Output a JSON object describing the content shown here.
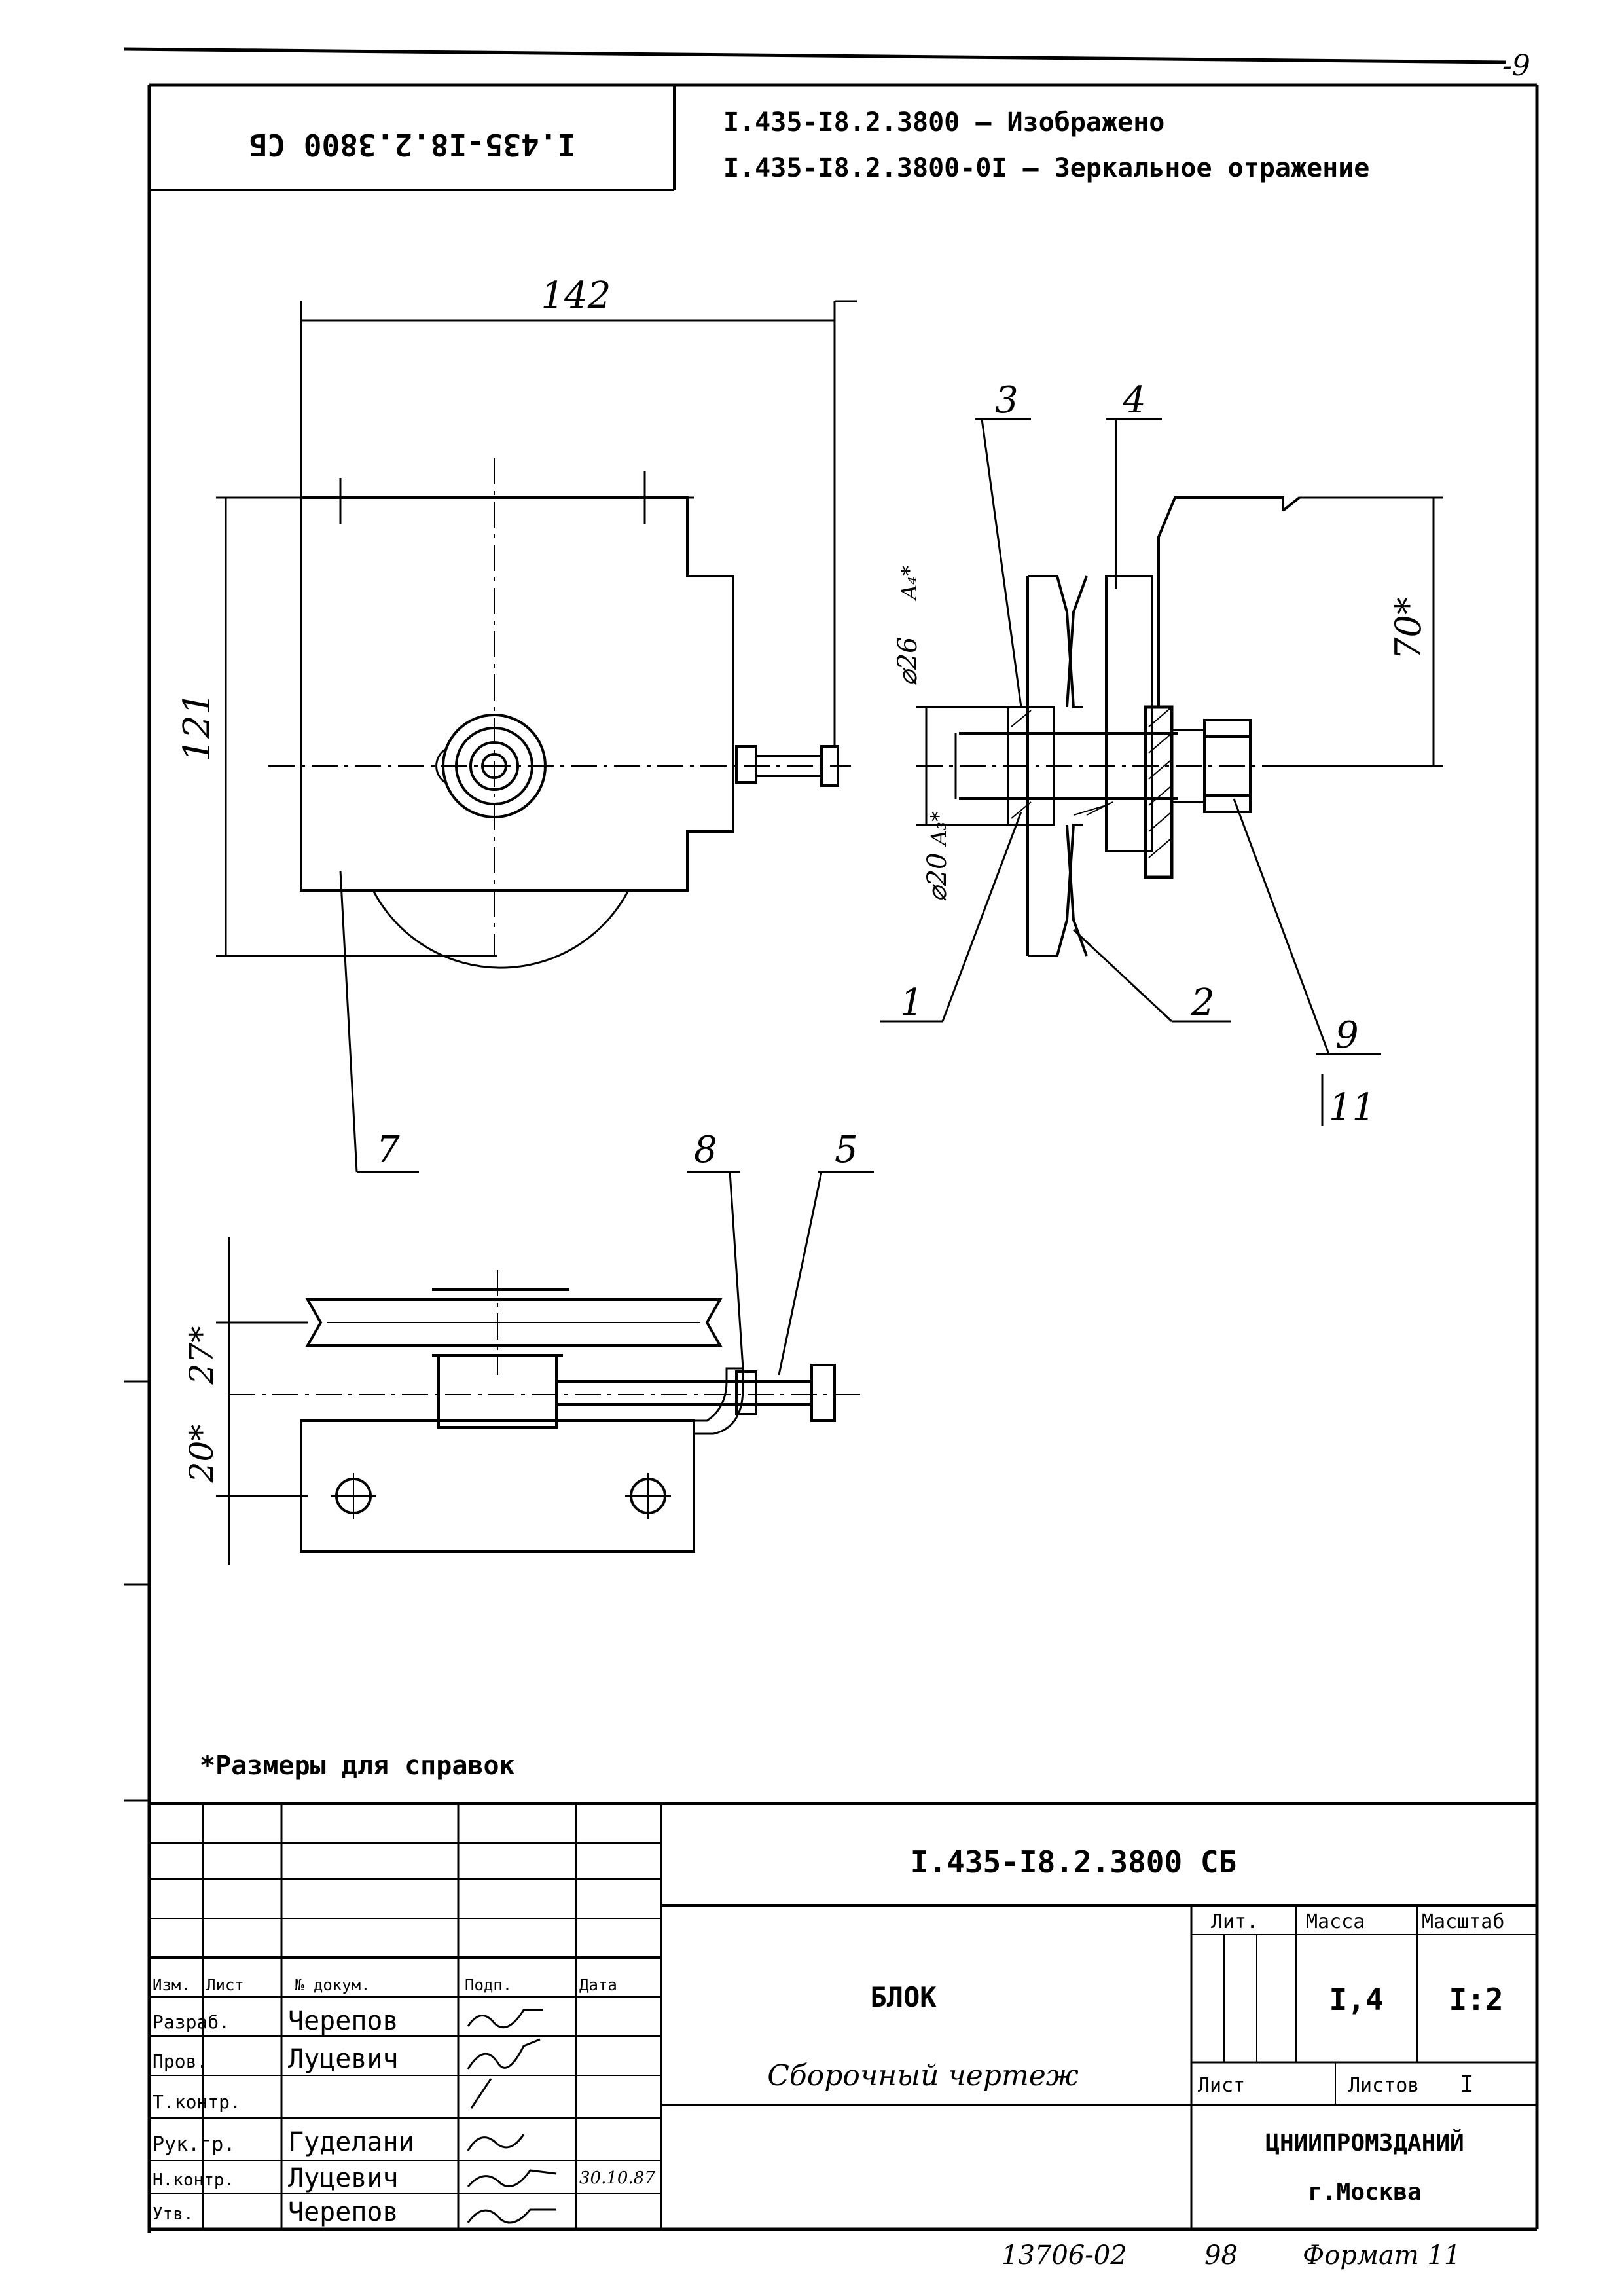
{
  "page_corner_mark": "-9",
  "top_left_stamp": "I.435-I8.2.3800 СБ",
  "variants": [
    "I.435-I8.2.3800 – Изображено",
    "I.435-I8.2.3800-0I – Зеркальное отражение"
  ],
  "dimensions": {
    "d142": "142",
    "d121": "121",
    "d70": "70*",
    "d26": "⌀26",
    "d26_fit": "A₄*",
    "d20": "⌀20",
    "d20_fit": "A₃*",
    "d27": "27*",
    "d20b": "20*"
  },
  "callouts": [
    "3",
    "4",
    "1",
    "2",
    "9",
    "11",
    "7",
    "8",
    "5"
  ],
  "note": "*Размеры для справок",
  "title_block": {
    "designation": "I.435-I8.2.3800 СБ",
    "name": "БЛОК",
    "doc_type": "Сборочный чертеж",
    "col_headers": [
      "Изм.",
      "Лист",
      "№ докум.",
      "Подп.",
      "Дата"
    ],
    "roles": [
      {
        "role": "Разраб.",
        "name": "Черепов"
      },
      {
        "role": "Пров.",
        "name": "Луцевич"
      },
      {
        "role": "Т.контр.",
        "name": ""
      },
      {
        "role": "Рук.гр.",
        "name": "Гуделани"
      },
      {
        "role": "Н.контр.",
        "name": "Луцевич"
      },
      {
        "role": "Утв.",
        "name": "Черепов"
      }
    ],
    "signature_date": "30.10.87",
    "lit_label": "Лит.",
    "mass_label": "Масса",
    "scale_label": "Масштаб",
    "mass": "I,4",
    "scale": "I:2",
    "sheet_label": "Лист",
    "sheets_label": "Листов",
    "sheets": "I",
    "org": "ЦНИИПРОМЗДАНИЙ",
    "city": "г.Москва"
  },
  "footer": {
    "number": "13706-02",
    "page": "98",
    "format": "Формат 11"
  }
}
